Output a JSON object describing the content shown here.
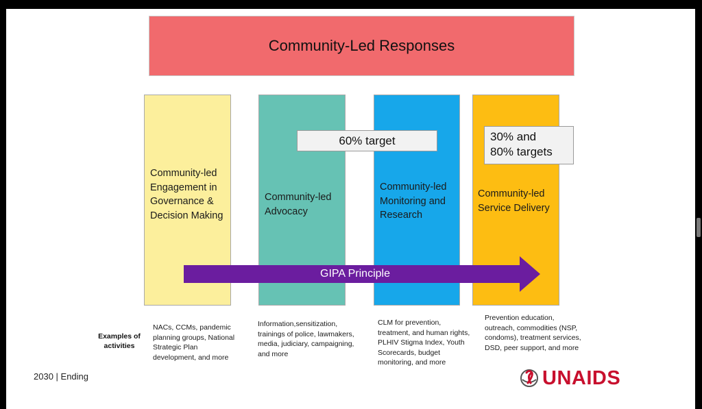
{
  "header": {
    "title": "Community-Led Responses"
  },
  "columns": [
    {
      "label": "Community-led Engagement in Governance & Decision Making",
      "color": "#fcef9c"
    },
    {
      "label": "Community-led Advocacy",
      "color": "#66c2b4"
    },
    {
      "label": "Community-led Monitoring and Research",
      "color": "#17a7ea"
    },
    {
      "label": "Community-led Service Delivery",
      "color": "#fdbd12"
    }
  ],
  "targets": [
    {
      "text": "60% target"
    },
    {
      "line1": "30% and",
      "line2": "80% targets"
    }
  ],
  "arrow": {
    "label": "GIPA Principle",
    "color": "#6b1d9f"
  },
  "examples": {
    "label": "Examples of activities",
    "items": [
      "NACs, CCMs, pandemic planning groups, National Strategic Plan development, and more",
      "Information,sensitization, trainings of police, lawmakers, media, judiciary, campaigning, and more",
      "CLM for prevention, treatment, and human rights, PLHIV Stigma Index, Youth Scorecards, budget monitoring, and more",
      "Prevention education, outreach, commodities (NSP, condoms), treatment services, DSD, peer support, and more"
    ]
  },
  "footer": {
    "text": "2030 | Ending"
  },
  "logo": {
    "text": "UNAIDS",
    "icon": "ribbon-emblem-icon",
    "color": "#c8102e"
  }
}
